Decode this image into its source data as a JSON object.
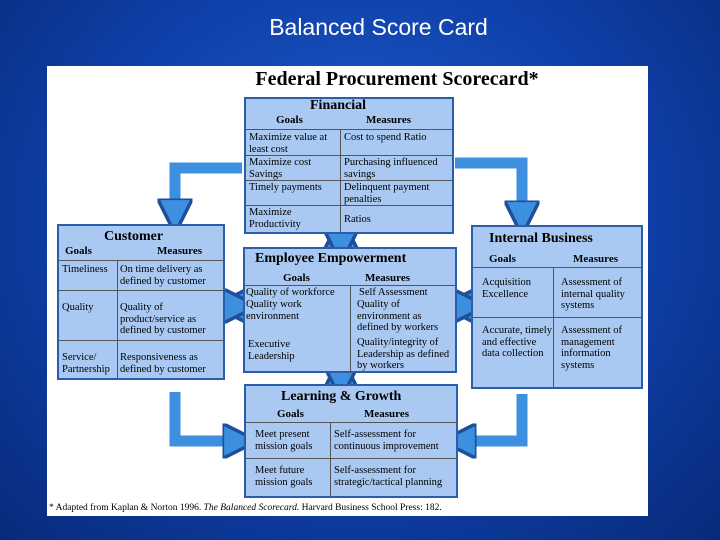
{
  "slide": {
    "title": "Balanced Score Card"
  },
  "card": {
    "title": "Federal Procurement Scorecard*",
    "footnote": {
      "pre": "* Adapted from Kaplan & Norton 1996.",
      "book": "The Balanced Scorecard.",
      "post": "Harvard Business School Press: 182."
    }
  },
  "financial": {
    "title": "Financial",
    "goals_header": "Goals",
    "measures_header": "Measures",
    "goals": [
      "Maximize value at least cost",
      "Maximize cost Savings",
      "Timely payments",
      "Maximize Productivity"
    ],
    "measures": [
      "Cost to spend Ratio",
      "Purchasing influenced savings",
      "Delinquent payment penalties",
      "Ratios"
    ]
  },
  "customer": {
    "title": "Customer",
    "goals_header": "Goals",
    "measures_header": "Measures",
    "goals": [
      "Timeliness",
      "Quality",
      "Service/ Partnership"
    ],
    "measures": [
      "On time delivery as defined by customer",
      "Quality of product/service as defined by customer",
      "Responsiveness as defined by customer"
    ]
  },
  "employee": {
    "title": "Employee Empowerment",
    "goals_header": "Goals",
    "measures_header": "Measures",
    "goals": [
      "Quality of workforce",
      "Quality work environment",
      "Executive Leadership"
    ],
    "measures": [
      "Self Assessment",
      "Quality of environment as defined by workers",
      "Quality/integrity of Leadership as defined by workers"
    ]
  },
  "internal": {
    "title": "Internal Business",
    "goals_header": "Goals",
    "measures_header": "Measures",
    "goals": [
      "Acquisition Excellence",
      "Accurate, timely and effective data collection"
    ],
    "measures": [
      "Assessment of internal quality systems",
      "Assessment of management information systems"
    ]
  },
  "learning": {
    "title": "Learning & Growth",
    "goals_header": "Goals",
    "measures_header": "Measures",
    "goals": [
      "Meet present mission goals",
      "Meet future mission goals"
    ],
    "measures": [
      "Self-assessment for continuous improvement",
      "Self-assessment for strategic/tactical planning"
    ]
  },
  "colors": {
    "background": "#0f3fa8",
    "box_fill": "#a9c9f2",
    "box_border": "#2a5ea8",
    "arrow": "#3d8fe0"
  }
}
